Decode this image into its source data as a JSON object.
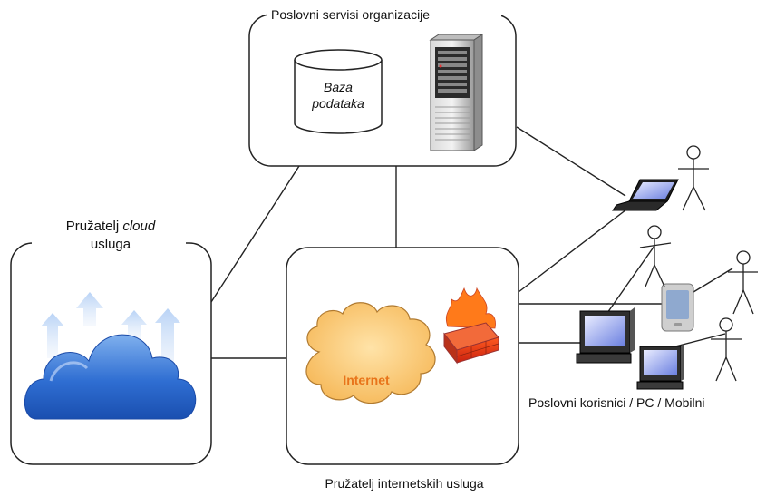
{
  "diagram": {
    "business_box": {
      "title": "Poslovni servisi organizacije"
    },
    "database": {
      "line1": "Baza",
      "line2": "podataka"
    },
    "cloud_box": {
      "title_prefix": "Pružatelj ",
      "title_italic": "cloud",
      "title_line2": "usluga"
    },
    "isp_box": {
      "caption": "Pružatelj internetskih usluga"
    },
    "internet_cloud": {
      "label": "Internet"
    },
    "users": {
      "caption": "Poslovni korisnici / PC / Mobilni"
    }
  }
}
